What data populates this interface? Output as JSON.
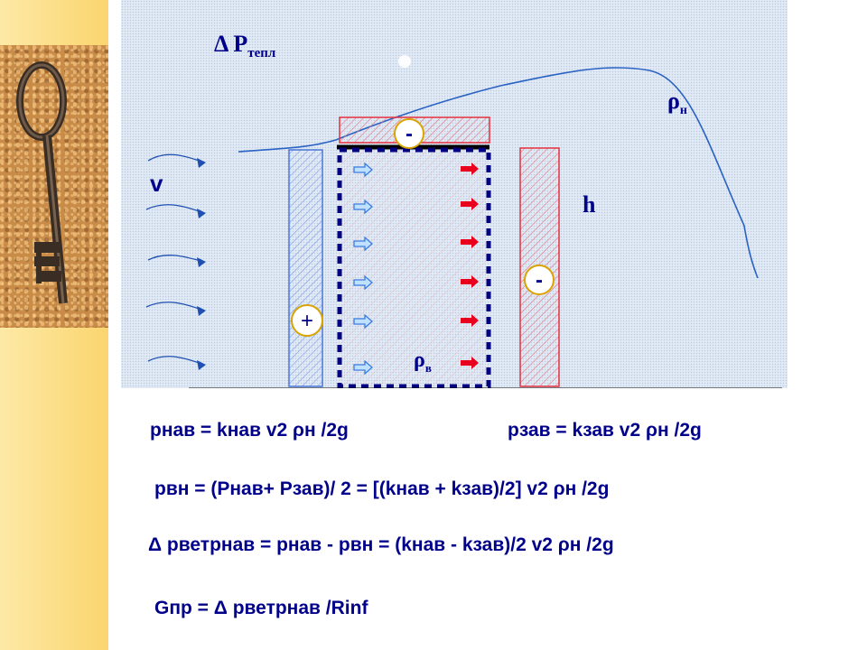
{
  "diagram": {
    "delta_p_label": "Δ P",
    "delta_p_sub": "тепл",
    "rho_outside": "ρ",
    "rho_outside_sub": "н",
    "rho_inside": "ρ",
    "rho_inside_sub": "в",
    "wind_label": "v",
    "height_label": "h",
    "plus_sign": "+",
    "minus_sign": "-"
  },
  "formulas": {
    "f1": "pнав = kнав v2 ρн /2g",
    "f2": "pзав = kзав v2 ρн /2g",
    "f3": "pвн = (Pнав+ Pзав)/ 2 = [(kнав + kзав)/2] v2 ρн /2g",
    "f4": "Δ pветрнав = pнав - pвн = (kнав - kзав)/2 v2 ρн /2g",
    "f5": "Gпр = Δ pветрнав /Rinf"
  },
  "colors": {
    "accent_blue": "#00008b",
    "positive_bar": "#4a77d9",
    "negative_bar": "#e3313f",
    "background_panel": "#e2ebf5",
    "left_strip": "#fbd56e"
  }
}
